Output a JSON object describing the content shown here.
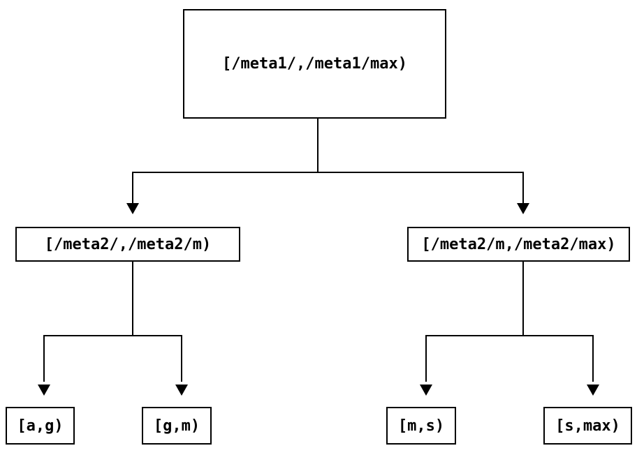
{
  "diagram": {
    "type": "binary-interval-tree",
    "colors": {
      "line": "#000000",
      "text": "#000000",
      "background": "#ffffff"
    },
    "root": {
      "label": "[/meta1/,/meta1/max)"
    },
    "level2": [
      {
        "label": "[/meta2/,/meta2/m)"
      },
      {
        "label": "[/meta2/m,/meta2/max)"
      }
    ],
    "leaves": [
      {
        "label": "[a,g)"
      },
      {
        "label": "[g,m)"
      },
      {
        "label": "[m,s)"
      },
      {
        "label": "[s,max)"
      }
    ]
  }
}
